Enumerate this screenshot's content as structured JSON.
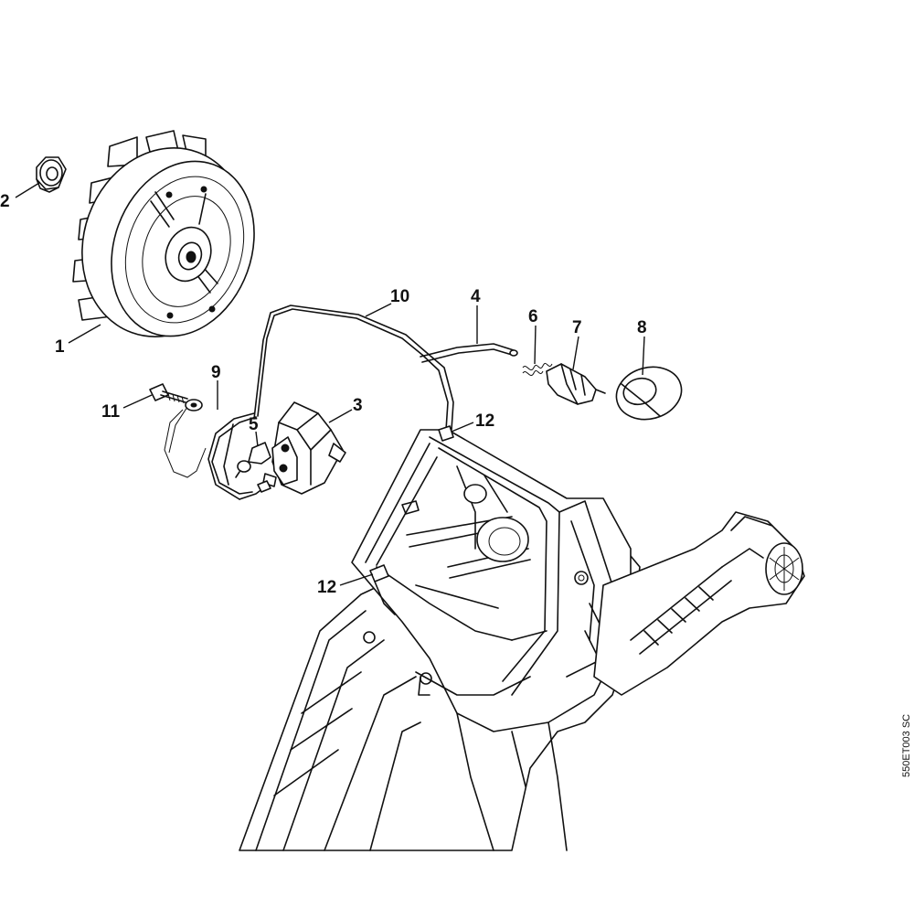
{
  "diagram": {
    "code": "550ET003 SC",
    "callouts": [
      {
        "id": "c1",
        "label": "1"
      },
      {
        "id": "c2",
        "label": "2"
      },
      {
        "id": "c3",
        "label": "3"
      },
      {
        "id": "c4",
        "label": "4"
      },
      {
        "id": "c5",
        "label": "5"
      },
      {
        "id": "c6",
        "label": "6"
      },
      {
        "id": "c7",
        "label": "7"
      },
      {
        "id": "c8",
        "label": "8"
      },
      {
        "id": "c9",
        "label": "9"
      },
      {
        "id": "c10",
        "label": "10"
      },
      {
        "id": "c11",
        "label": "11"
      },
      {
        "id": "c12a",
        "label": "12"
      },
      {
        "id": "c12b",
        "label": "12"
      }
    ]
  }
}
